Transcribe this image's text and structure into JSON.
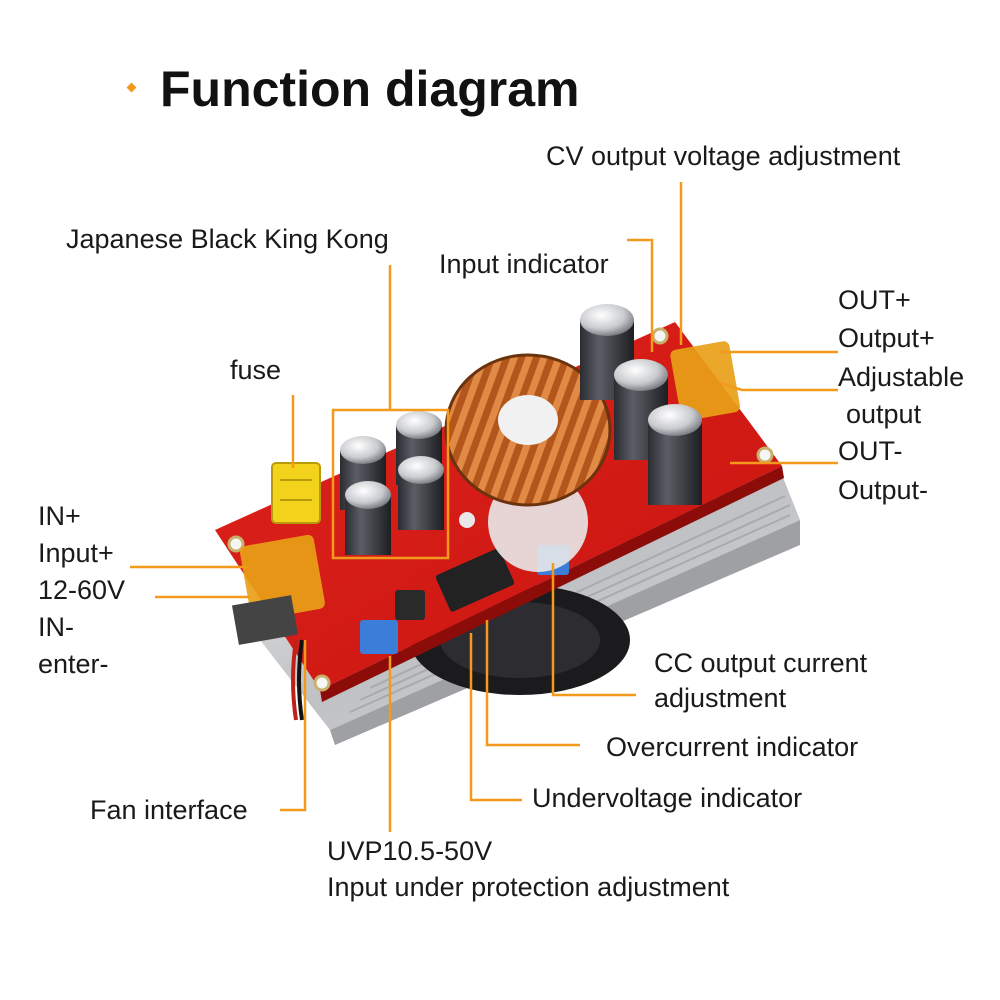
{
  "title": "Function diagram",
  "accent_color": "#f39a1c",
  "labels": {
    "cv_adjust": "CV output voltage adjustment",
    "capacitors": "Japanese Black King Kong",
    "input_indicator": "Input indicator",
    "fuse": "fuse",
    "out_plus": "OUT+",
    "output_plus": "Output+",
    "adjustable": "Adjustable",
    "output": "output",
    "out_minus": "OUT-",
    "output_minus": "Output-",
    "in_plus": "IN+",
    "input_plus": "Input+",
    "input_range": "12-60V",
    "in_minus": "IN-",
    "enter_minus": "enter-",
    "cc_adjust_1": "CC output current",
    "cc_adjust_2": "adjustment",
    "overcurrent": "Overcurrent indicator",
    "undervoltage": "Undervoltage indicator",
    "fan": "Fan interface",
    "uvp_range": "UVP10.5-50V",
    "uvp_adjust": "Input under protection adjustment"
  }
}
